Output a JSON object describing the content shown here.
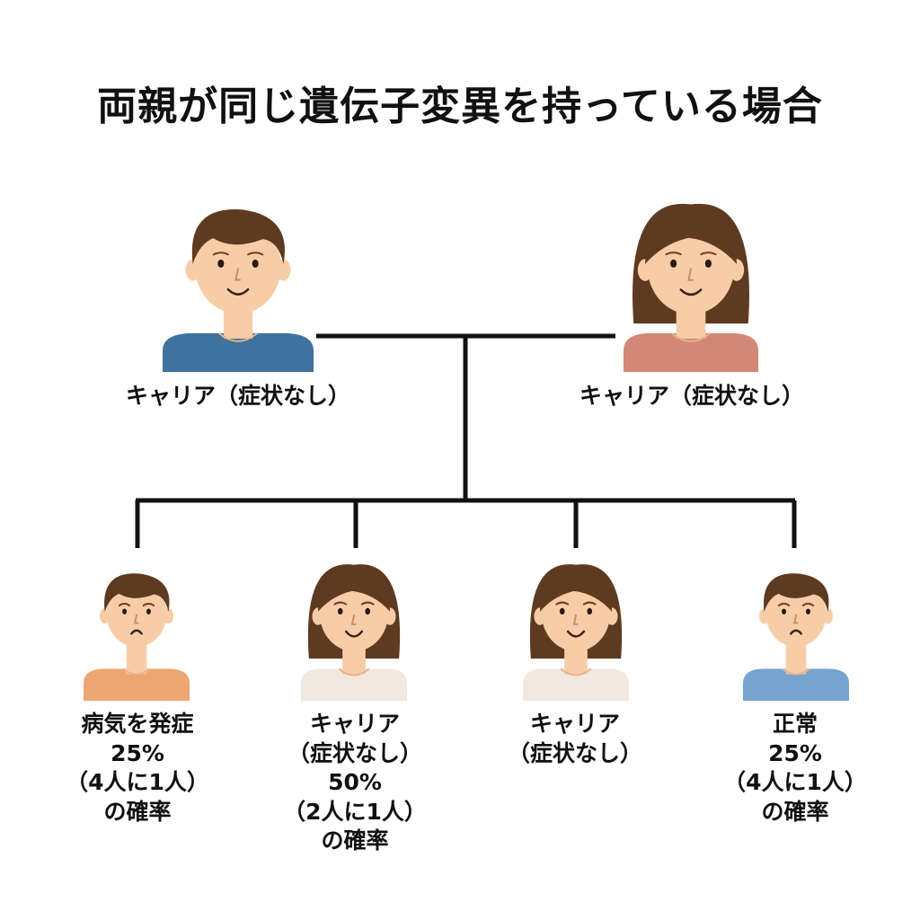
{
  "title": "両親が同じ遺伝子変異を持っている場合",
  "parents": [
    {
      "label": "キャリア（症状なし）",
      "gender": "male",
      "shirt": "#3f729e"
    },
    {
      "label": "キャリア（症状なし）",
      "gender": "female",
      "shirt": "#d28876"
    }
  ],
  "children": [
    {
      "lines": [
        "病気を発症",
        "25%",
        "（4人に1人）",
        "の確率"
      ],
      "gender": "male",
      "shirt": "#eea671",
      "mouth": "frown"
    },
    {
      "lines": [
        "キャリア",
        "（症状なし）",
        "50%",
        "（2人に1人）",
        "の確率"
      ],
      "gender": "female",
      "shirt": "#f1e8df",
      "mouth": "smile"
    },
    {
      "lines": [
        "キャリア",
        "（症状なし）"
      ],
      "gender": "female",
      "shirt": "#f1e8df",
      "mouth": "smile"
    },
    {
      "lines": [
        "正常",
        "25%",
        "（4人に1人）",
        "の確率"
      ],
      "gender": "male",
      "shirt": "#75a4cf",
      "mouth": "frown"
    }
  ],
  "colors": {
    "line": "#111111",
    "skin": "#f7cda8",
    "hair": "#5e3a20",
    "outline": "#6b4226"
  }
}
